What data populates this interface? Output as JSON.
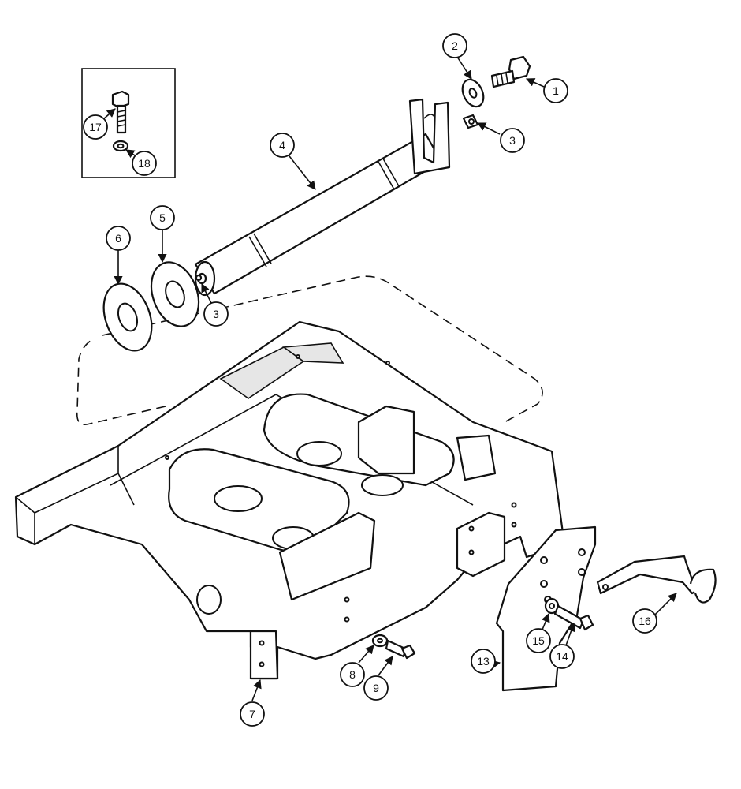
{
  "callouts": [
    {
      "label": "1"
    },
    {
      "label": "2"
    },
    {
      "label": "3"
    },
    {
      "label": "3"
    },
    {
      "label": "4"
    },
    {
      "label": "5"
    },
    {
      "label": "6"
    },
    {
      "label": "7"
    },
    {
      "label": "8"
    },
    {
      "label": "9"
    },
    {
      "label": "13"
    },
    {
      "label": "14"
    },
    {
      "label": "15"
    },
    {
      "label": "16"
    },
    {
      "label": "17"
    },
    {
      "label": "18"
    }
  ]
}
